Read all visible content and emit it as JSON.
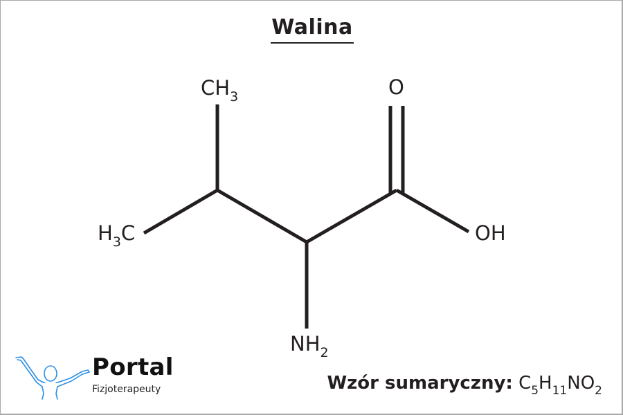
{
  "title": "Walina",
  "structure": {
    "name": "Valine skeletal formula",
    "atoms": {
      "top_methyl": {
        "main": "CH",
        "sub": "3"
      },
      "left_methyl": {
        "pre_main": "H",
        "sub": "3",
        "main": "C"
      },
      "carbonyl_oxygen": {
        "main": "O"
      },
      "hydroxyl": {
        "main": "OH"
      },
      "amine": {
        "main": "NH",
        "sub": "2"
      }
    },
    "bond_color": "#231f20"
  },
  "formula": {
    "label": "Wzór sumaryczny:",
    "parts": [
      {
        "el": "C",
        "n": "5"
      },
      {
        "el": "H",
        "n": "11"
      },
      {
        "el": "N",
        "n": ""
      },
      {
        "el": "O",
        "n": "2"
      }
    ]
  },
  "logo": {
    "name": "Portal",
    "subtitle": "Fizjoterapeuty",
    "icon": "person-raised-arms-icon",
    "icon_color": "#2b8fe6"
  }
}
